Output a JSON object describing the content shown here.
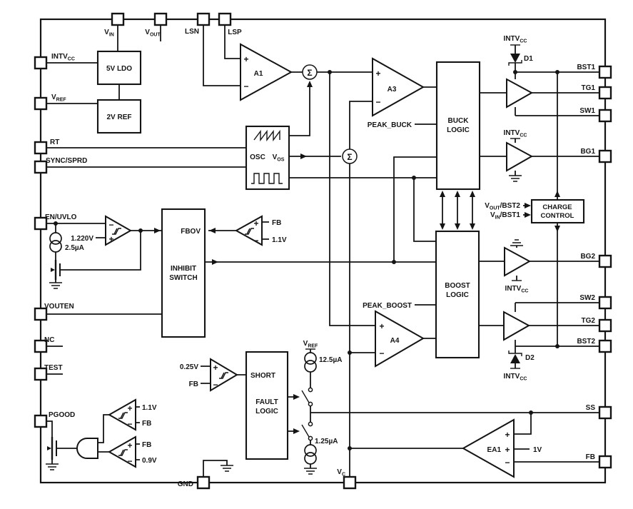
{
  "diagram": {
    "description": "Buck-boost DC/DC controller functional block diagram"
  },
  "sym": {
    "plus": "+",
    "minus": "−",
    "sigma": "Σ",
    "intvcc": [
      [
        "INTV",
        ""
      ],
      [
        "CC",
        "s"
      ]
    ]
  },
  "pins": {
    "vin": [
      [
        "V",
        ""
      ],
      [
        "IN",
        "s"
      ]
    ],
    "vout": [
      [
        "V",
        ""
      ],
      [
        "OUT",
        "s"
      ]
    ],
    "lsn": "LSN",
    "lsp": "LSP",
    "vref": [
      [
        "V",
        ""
      ],
      [
        "REF",
        "s"
      ]
    ],
    "rt": "RT",
    "sync": "SYNC/SPRD",
    "en": "EN/UVLO",
    "vouten": "VOUTEN",
    "nc": "NC",
    "test": "TEST",
    "pgood": "PGOOD",
    "bst1": "BST1",
    "tg1": "TG1",
    "sw1": "SW1",
    "bg1": "BG1",
    "bg2": "BG2",
    "sw2": "SW2",
    "tg2": "TG2",
    "bst2": "BST2",
    "ss": "SS",
    "fb": "FB",
    "gnd": "GND",
    "vc": [
      [
        "V",
        ""
      ],
      [
        "C",
        "s"
      ]
    ]
  },
  "blocks": {
    "ldo": "5V LDO",
    "ref": "2V REF",
    "osc": "OSC",
    "vos": [
      [
        "V",
        ""
      ],
      [
        "OS",
        "s"
      ]
    ],
    "buck1": "BUCK",
    "buck2": "LOGIC",
    "boost1": "BOOST",
    "boost2": "LOGIC",
    "charge1": "CHARGE",
    "charge2": "CONTROL",
    "inhibit_fbov": "FBOV",
    "inhibit1": "INHIBIT",
    "inhibit2": "SWITCH",
    "fault_short": "SHORT",
    "fault1": "FAULT",
    "fault2": "LOGIC"
  },
  "amps": {
    "a1": "A1",
    "a3": "A3",
    "a4": "A4",
    "ea1": "EA1"
  },
  "notes": {
    "peak_buck": "PEAK_BUCK",
    "peak_boost": "PEAK_BOOST",
    "d1": "D1",
    "d2": "D2",
    "en_ref": "1.220V",
    "en_cur": "2.5µA",
    "fbov_fb": "FB",
    "fbov_th": "1.1V",
    "short_th": "0.25V",
    "short_fb": "FB",
    "cur_up": "12.5µA",
    "cur_dn": "1.25µA",
    "ov_th": "1.1V",
    "ov_fb": "FB",
    "uv_fb": "FB",
    "uv_th": "0.9V",
    "ea_ref": "1V",
    "cc_in1": [
      [
        "V",
        ""
      ],
      [
        "OUT",
        "s"
      ],
      [
        "/BST2",
        ""
      ]
    ],
    "cc_in2": [
      [
        "V",
        ""
      ],
      [
        "IN",
        "s"
      ],
      [
        "/BST1",
        ""
      ]
    ]
  }
}
